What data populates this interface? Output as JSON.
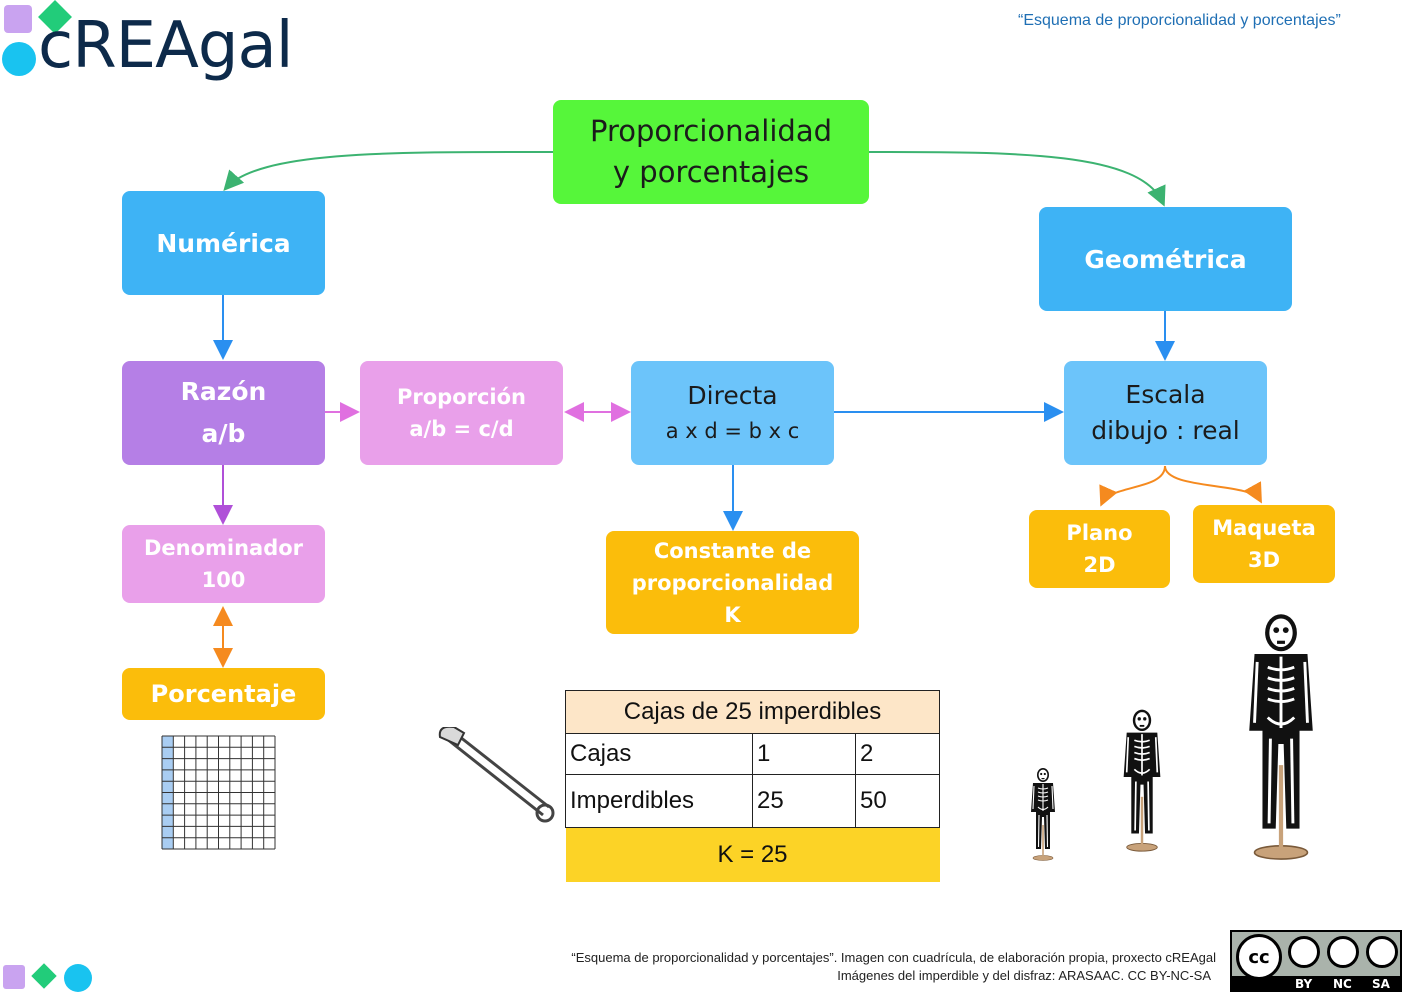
{
  "brand": {
    "name": "cREAgal"
  },
  "header": {
    "caption": "“Esquema de proporcionalidad y porcentajes”"
  },
  "nodes": {
    "root": {
      "line1": "Proporcionalidad",
      "line2": "y porcentajes"
    },
    "numerica": "Numérica",
    "geometrica": "Geométrica",
    "razon": {
      "line1": "Razón",
      "line2": "a/b"
    },
    "proporcion": {
      "line1": "Proporción",
      "line2": "a/b = c/d"
    },
    "directa": {
      "line1": "Directa",
      "line2": "a x d = b x c"
    },
    "escala": {
      "line1": "Escala",
      "line2": "dibujo : real"
    },
    "denominador": {
      "line1": "Denominador",
      "line2": "100"
    },
    "porcentaje": "Porcentaje",
    "constante": {
      "line1": "Constante de",
      "line2": "proporcionalidad",
      "line3": "K"
    },
    "plano": {
      "line1": "Plano",
      "line2": "2D"
    },
    "maqueta": {
      "line1": "Maqueta",
      "line2": "3D"
    }
  },
  "table": {
    "title": "Cajas de 25 imperdibles",
    "rows": [
      {
        "label": "Cajas",
        "v1": "1",
        "v2": "2"
      },
      {
        "label": "Imperdibles",
        "v1": "25",
        "v2": "50"
      }
    ],
    "k": "K = 25"
  },
  "footer": {
    "line1": "“Esquema de proporcionalidad y porcentajes”. Imagen con cuadrícula, de elaboración propia, proxecto cREAgal",
    "line2": "Imágenes del imperdible y del disfraz: ARASAAC. CC BY-NC-SA",
    "license": {
      "cc": "cc",
      "by": "BY",
      "nc": "NC",
      "sa": "SA"
    }
  },
  "colors": {
    "arrow_green": "#3cb371",
    "arrow_blue": "#2a8ff0",
    "arrow_purple": "#b050d8",
    "arrow_pink": "#e070e0",
    "arrow_orange": "#f58a1f",
    "brand_text": "#0d2a4a",
    "logo_purple": "#c9a3f0",
    "logo_green": "#22cc7a",
    "logo_cyan": "#19c3f0"
  }
}
